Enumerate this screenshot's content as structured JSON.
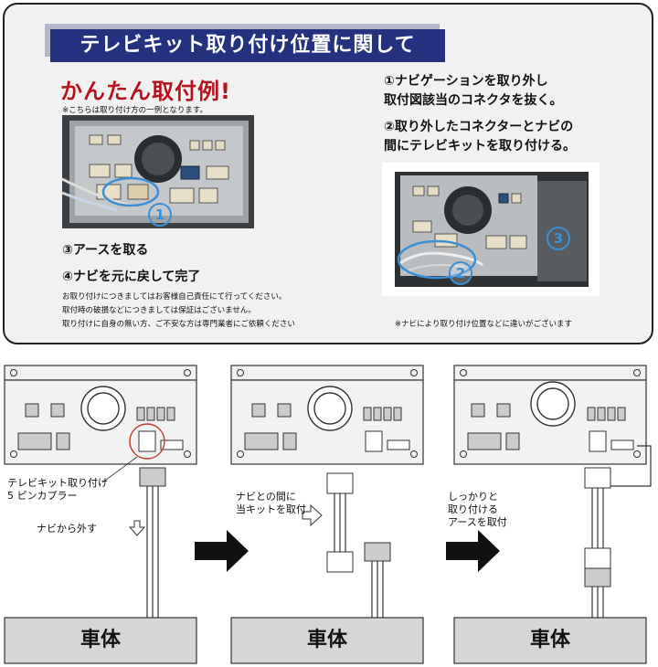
{
  "header": {
    "title": "テレビキット取り付け位置に関して"
  },
  "left": {
    "heading": "かんたん取付例!",
    "note": "※こちらは取り付け方の一例となります。",
    "photo_marker": "1",
    "step3": "③アースを取る",
    "step4": "④ナビを元に戻して完了",
    "disclaimer": [
      "お取り付けにつきましてはお客様自己責任にて行ってください。",
      "取付時の破損などにつきましては保証はございません。",
      "取り付けに自身の無い方、ご不安な方は専門業者にご依頼ください"
    ]
  },
  "right": {
    "step1_line1": "①ナビゲーションを取り外し",
    "step1_line2": "取付図該当のコネクタを抜く。",
    "step2_line1": "②取り外したコネクターとナビの",
    "step2_line2": "間にテレビキットを取り付ける。",
    "photo_marker_2": "2",
    "photo_marker_3": "3",
    "note": "※ナビにより取り付け位置などに違いがございます"
  },
  "diagrams": [
    {
      "label_lines": [
        "テレビキット取り付け",
        "5 ピンカプラー"
      ],
      "sub_label": "ナビから外す",
      "body_label": "車体"
    },
    {
      "label_lines": [
        "ナビとの間に",
        "当キットを取付"
      ],
      "body_label": "車体"
    },
    {
      "label_lines": [
        "しっかりと",
        "取り付ける",
        "アースを取付"
      ],
      "body_label": "車体"
    }
  ]
}
